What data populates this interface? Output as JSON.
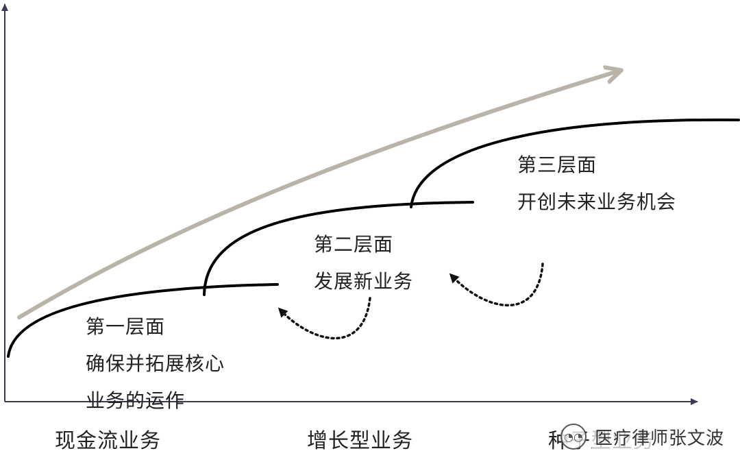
{
  "horizons": [
    {
      "title": "第一层面",
      "lines": [
        "确保并拓展核心",
        "业务的运作"
      ]
    },
    {
      "title": "第二层面",
      "lines": [
        "发展新业务"
      ]
    },
    {
      "title": "第三层面",
      "lines": [
        "开创未来业务机会"
      ]
    }
  ],
  "categories": [
    "现金流业务",
    "增长型业务",
    "种子型业务"
  ],
  "watermark": {
    "text": "医疗律师张文波",
    "icon": "wechat-icon"
  },
  "colors": {
    "curve": "#000000",
    "trend_arrow": "#b9b3aa",
    "axis": "#3a3a55",
    "text": "#222222"
  }
}
